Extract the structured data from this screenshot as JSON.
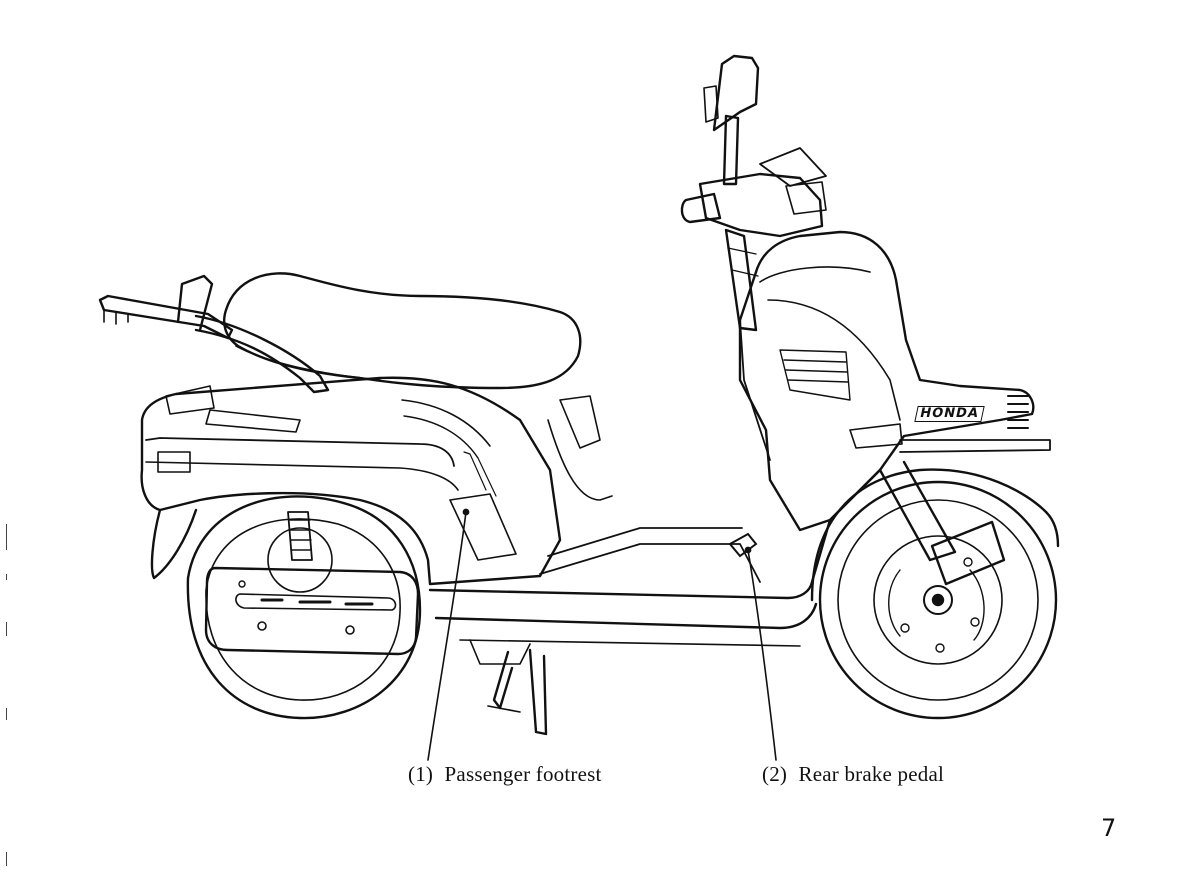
{
  "callouts": [
    {
      "number": "(1)",
      "label": "Passenger footrest"
    },
    {
      "number": "(2)",
      "label": "Rear brake pedal"
    }
  ],
  "logo_text": "HONDA",
  "page_number": "7",
  "colors": {
    "ink": "#111111",
    "paper": "#ffffff"
  }
}
